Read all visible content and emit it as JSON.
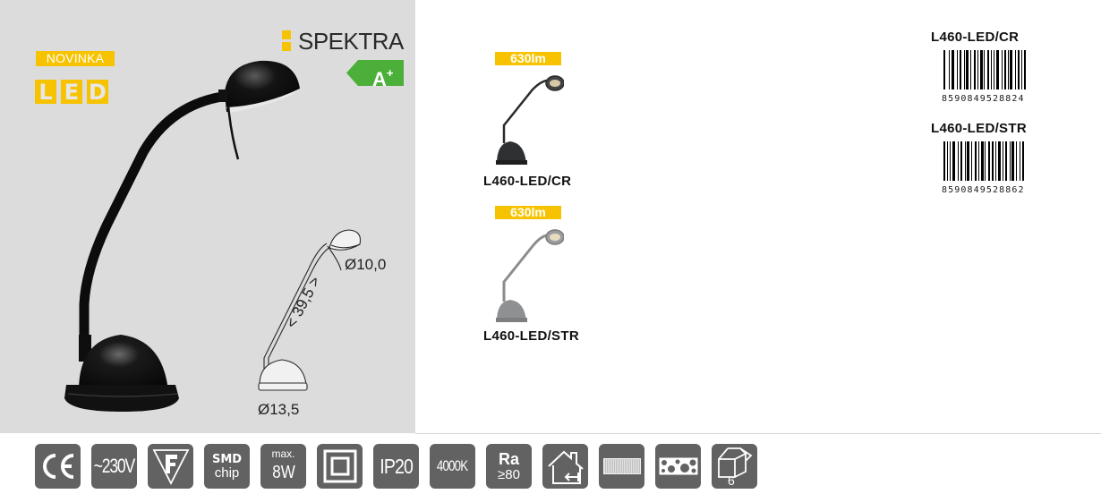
{
  "hero": {
    "badge_new": "NOVINKA",
    "led_letters": [
      "L",
      "E",
      "D"
    ],
    "brand": "SPEKTRA",
    "energy_class": "A",
    "energy_class_plus": "+",
    "dimensions": {
      "head_diameter": "Ø10,0",
      "arm_length": "39,5",
      "base_diameter": "Ø13,5"
    }
  },
  "variants": [
    {
      "lumen": "630lm",
      "name": "L460-LED/CR",
      "color": "#2b2b2b"
    },
    {
      "lumen": "630lm",
      "name": "L460-LED/STR",
      "color": "#8a8c8e"
    }
  ],
  "barcodes": [
    {
      "title": "L460-LED/CR",
      "ean": "8590849528824"
    },
    {
      "title": "L460-LED/STR",
      "ean": "8590849528862"
    }
  ],
  "spec_icons": [
    {
      "name": "ce-mark-icon",
      "label": "CE"
    },
    {
      "name": "voltage-icon",
      "label": "~230V"
    },
    {
      "name": "f-mark-icon",
      "label": "F"
    },
    {
      "name": "smd-chip-icon",
      "label_top": "SMD",
      "label_bottom": "chip"
    },
    {
      "name": "max-power-icon",
      "label_top": "max.",
      "label_bottom": "8W"
    },
    {
      "name": "class-ii-insulation-icon",
      "label": ""
    },
    {
      "name": "ip-rating-icon",
      "label": "IP20"
    },
    {
      "name": "color-temperature-icon",
      "label": "4000K"
    },
    {
      "name": "cri-icon",
      "label_top": "Ra",
      "label_bottom": "≥80"
    },
    {
      "name": "indoor-use-icon",
      "label": ""
    },
    {
      "name": "frosted-diffuser-icon",
      "label": ""
    },
    {
      "name": "textured-diffuser-icon",
      "label": ""
    },
    {
      "name": "package-quantity-icon",
      "label": "6"
    }
  ],
  "colors": {
    "accent_yellow": "#f7c300",
    "energy_green": "#4caf3a",
    "icon_gray": "#626262",
    "hero_bg": "#dcdcdc"
  }
}
